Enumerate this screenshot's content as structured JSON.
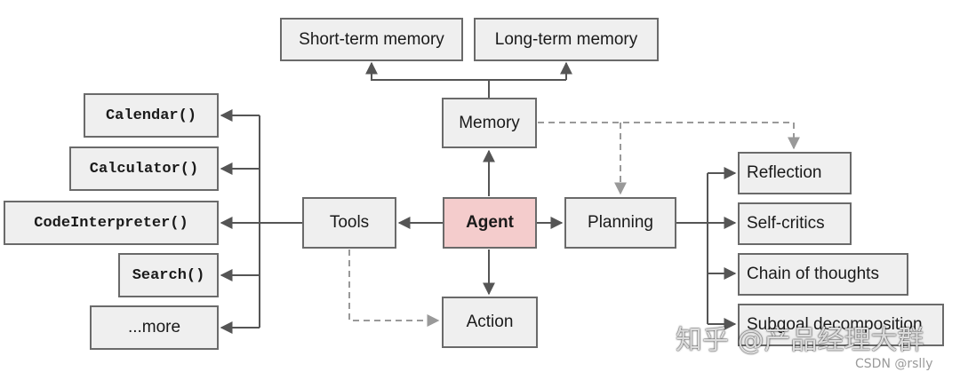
{
  "nodes": {
    "short_term_memory": "Short-term memory",
    "long_term_memory": "Long-term memory",
    "memory": "Memory",
    "calendar": "Calendar()",
    "calculator": "Calculator()",
    "code_interpreter": "CodeInterpreter()",
    "search": "Search()",
    "more": "...more",
    "tools": "Tools",
    "agent": "Agent",
    "planning": "Planning",
    "action": "Action",
    "reflection": "Reflection",
    "self_critics": "Self-critics",
    "chain_of_thoughts": "Chain of thoughts",
    "subgoal_decomposition": "Subgoal decomposition"
  },
  "watermark": {
    "main": "知乎 @产品经理大群",
    "small": "CSDN @rslly"
  },
  "colors": {
    "box_fill": "#efefef",
    "agent_fill": "#f4cccc",
    "solid_line": "#555555",
    "dashed_line": "#999999"
  }
}
